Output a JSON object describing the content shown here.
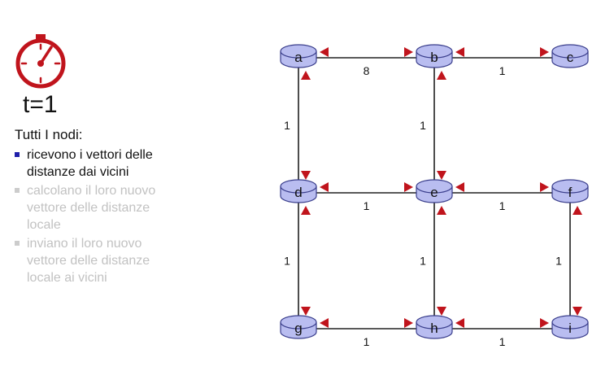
{
  "time_label": "t=1",
  "intro": "Tutti I nodi:",
  "bullets": [
    {
      "text": "ricevono i vettori delle distanze dai vicini",
      "state": "active"
    },
    {
      "text": "calcolano il loro nuovo vettore delle distanze locale",
      "state": "dim"
    },
    {
      "text": "inviano il loro nuovo vettore delle distanze locale ai vicini",
      "state": "dim"
    }
  ],
  "colors": {
    "clock": "#c0141c",
    "node_fill": "#b9bdf0",
    "node_stroke": "#3a3e8c",
    "arrow": "#c0141c",
    "link": "#222222"
  },
  "network": {
    "nodes": [
      {
        "id": "a",
        "label": "a"
      },
      {
        "id": "b",
        "label": "b"
      },
      {
        "id": "c",
        "label": "c"
      },
      {
        "id": "d",
        "label": "d"
      },
      {
        "id": "e",
        "label": "e"
      },
      {
        "id": "f",
        "label": "f"
      },
      {
        "id": "g",
        "label": "g"
      },
      {
        "id": "h",
        "label": "h"
      },
      {
        "id": "i",
        "label": "i"
      }
    ],
    "links": [
      {
        "from": "a",
        "to": "b",
        "cost": "8"
      },
      {
        "from": "b",
        "to": "c",
        "cost": "1"
      },
      {
        "from": "a",
        "to": "d",
        "cost": "1"
      },
      {
        "from": "b",
        "to": "e",
        "cost": "1"
      },
      {
        "from": "d",
        "to": "e",
        "cost": "1"
      },
      {
        "from": "e",
        "to": "f",
        "cost": "1"
      },
      {
        "from": "d",
        "to": "g",
        "cost": "1"
      },
      {
        "from": "e",
        "to": "h",
        "cost": "1"
      },
      {
        "from": "f",
        "to": "i",
        "cost": "1"
      },
      {
        "from": "g",
        "to": "h",
        "cost": "1"
      },
      {
        "from": "h",
        "to": "i",
        "cost": "1"
      }
    ]
  }
}
